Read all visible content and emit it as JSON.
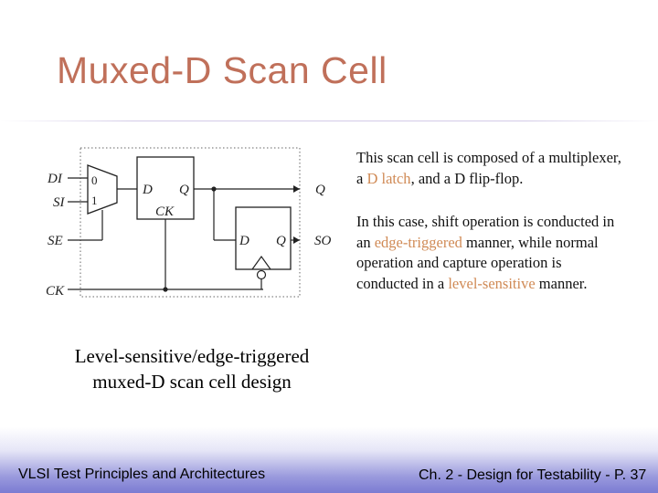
{
  "slide": {
    "title": "Muxed-D Scan Cell",
    "caption_line1": "Level-sensitive/edge-triggered",
    "caption_line2": "muxed-D scan cell design"
  },
  "body": {
    "p1_a": "This scan cell is composed of a multiplexer, a ",
    "p1_hl": "D latch",
    "p1_b": ", and a D flip-flop.",
    "p2_a": "In this case, shift operation is conducted in an ",
    "p2_hl1": "edge-triggered",
    "p2_b": " manner, while normal operation and capture operation is conducted in a ",
    "p2_hl2": "level-sensitive",
    "p2_c": " manner."
  },
  "diagram": {
    "di": "DI",
    "si": "SI",
    "se": "SE",
    "ck": "CK",
    "mux0": "0",
    "mux1": "1",
    "latch_d": "D",
    "latch_q": "Q",
    "latch_ck": "CK",
    "ff_d": "D",
    "ff_q": "Q",
    "out_q": "Q",
    "out_so": "SO"
  },
  "footer": {
    "left": "VLSI Test Principles and Architectures",
    "right": "Ch. 2 - Design for Testability - P. 37"
  },
  "colors": {
    "title": "#c0705a",
    "highlight": "#d08a55",
    "footer_band": "#7b7bd2"
  }
}
